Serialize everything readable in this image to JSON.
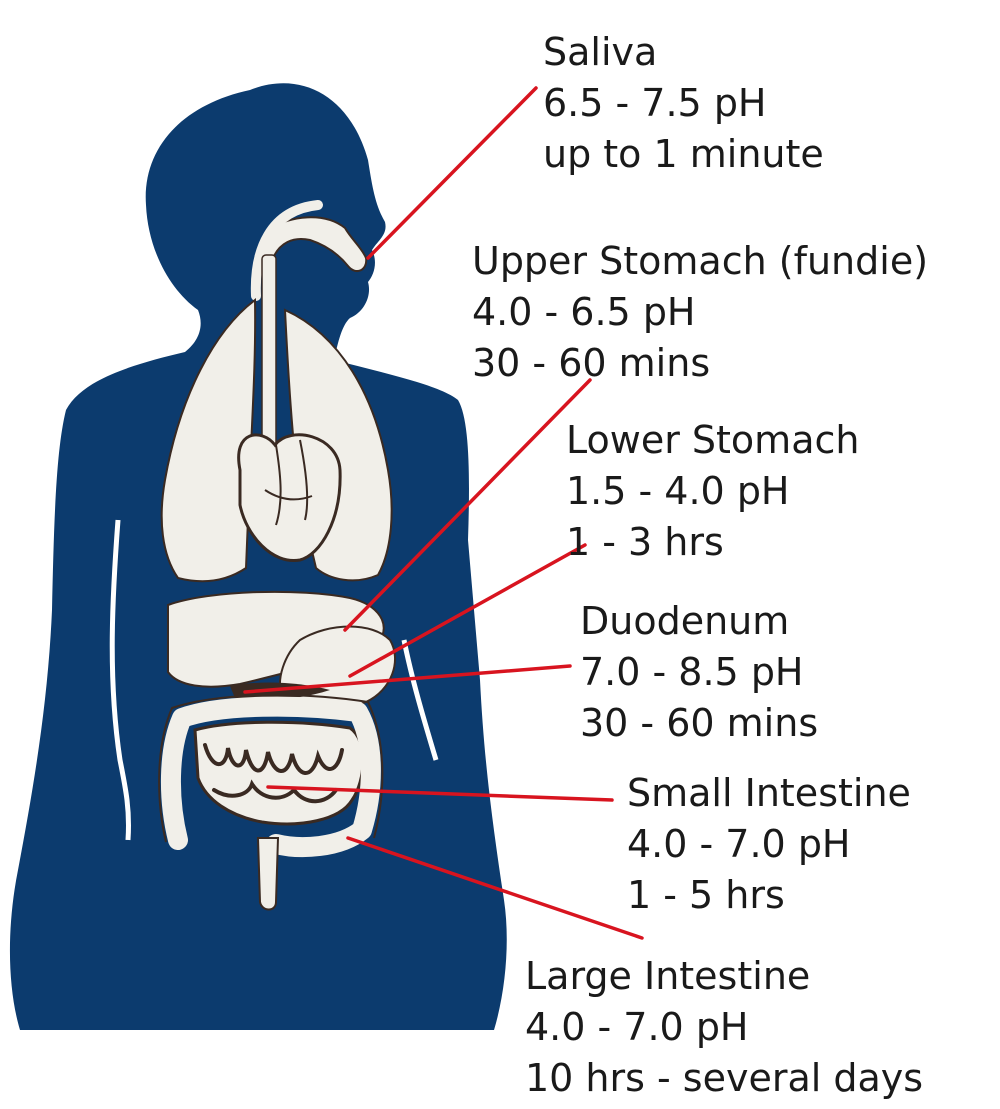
{
  "colors": {
    "body": "#0c3b6e",
    "organs": "#f1efe9",
    "organ_outline": "#3a2a22",
    "leader": "#d8141f",
    "text": "#1a1a1a"
  },
  "labels": {
    "saliva": {
      "name": "Saliva",
      "ph": "6.5 - 7.5 pH",
      "time": "up to 1 minute"
    },
    "upper_stomach": {
      "name": "Upper Stomach (fundie)",
      "ph": "4.0 - 6.5 pH",
      "time": "30 - 60 mins"
    },
    "lower_stomach": {
      "name": "Lower Stomach",
      "ph": "1.5 - 4.0 pH",
      "time": "1 - 3 hrs"
    },
    "duodenum": {
      "name": "Duodenum",
      "ph": "7.0 - 8.5 pH",
      "time": "30 - 60 mins"
    },
    "small_intestine": {
      "name": "Small Intestine",
      "ph": "4.0 - 7.0 pH",
      "time": "1 - 5 hrs"
    },
    "large_intestine": {
      "name": "Large Intestine",
      "ph": "4.0 - 7.0 pH",
      "time": "10 hrs - several days"
    }
  }
}
